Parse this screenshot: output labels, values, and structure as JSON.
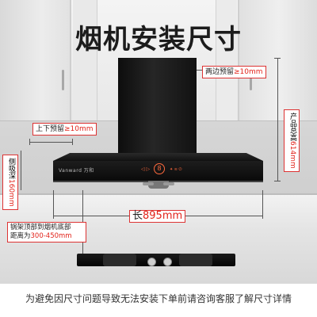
{
  "title": "烟机安装尺寸",
  "brand": "Vanward 万和",
  "annotations": {
    "sides_label": "两边预留",
    "sides_value": "≥10mm",
    "height_label": "产品总高",
    "height_value": "614mm",
    "updown_label": "上下预留",
    "updown_value": "≥10mm",
    "depth_label": "侧吸深",
    "depth_value": "160mm",
    "length_label": "长",
    "length_value": "895mm",
    "pot_label_line1": "锅架顶部到烟机底部",
    "pot_label_line2": "距离为",
    "pot_value": "300-450mm"
  },
  "panel": {
    "left": "◁ ▷",
    "center": "8",
    "right": "✦ ≋ ⏻"
  },
  "footer": "为避免因尺寸问题导致无法安装下单前请咨询客服了解尺寸详情",
  "colors": {
    "accent": "#e2231a",
    "hood": "#111111"
  }
}
